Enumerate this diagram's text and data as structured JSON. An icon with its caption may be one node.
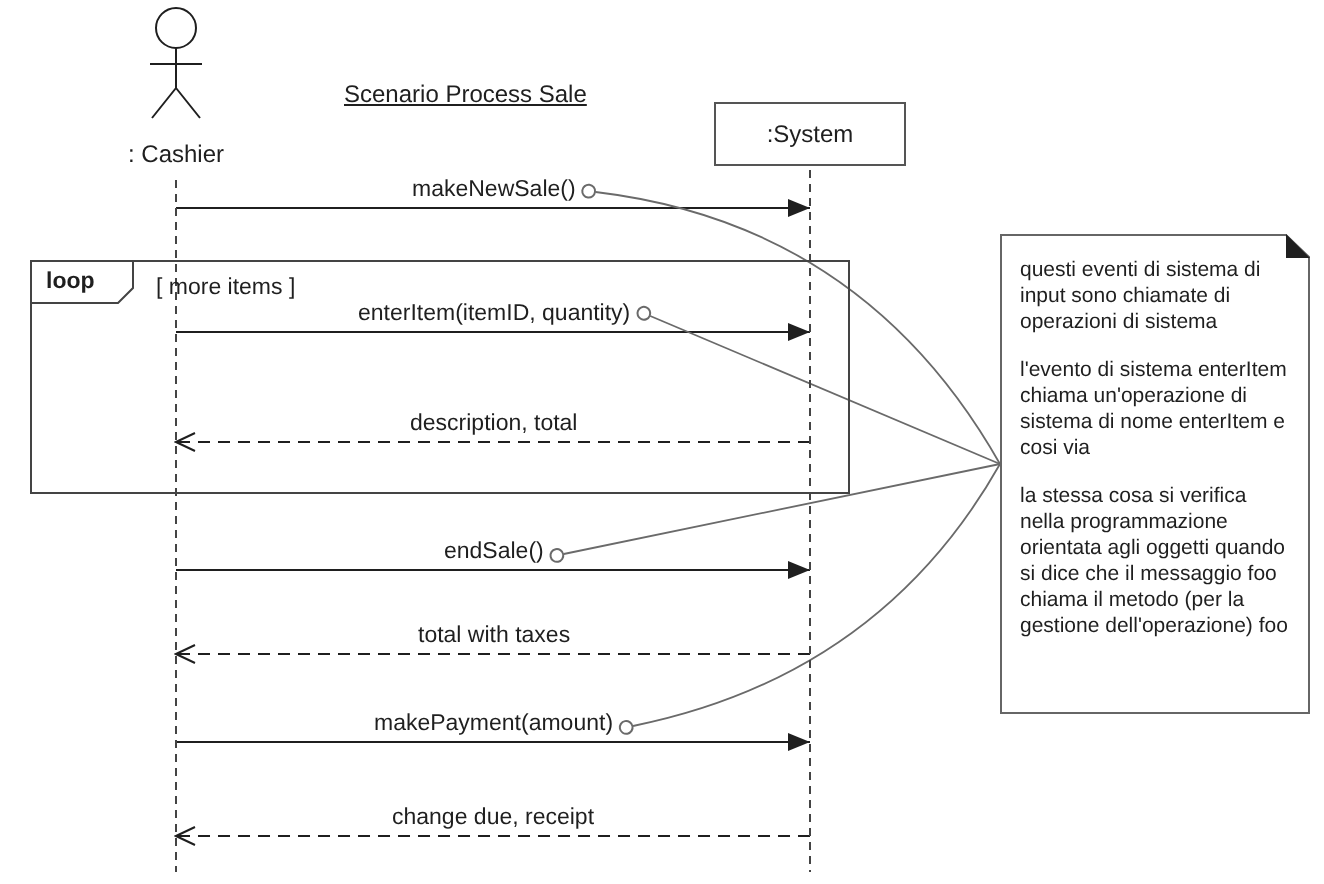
{
  "diagram": {
    "title": "Scenario Process Sale",
    "nodes": [
      {
        "text": [
          ": Cashier"
        ]
      },
      {
        "text": [
          ":System"
        ]
      },
      {
        "text": [
          "loop"
        ]
      },
      {
        "text": [
          "questi eventi di sistema di input sono chiamate di operazioni di sistema",
          "l'evento di sistema enterItem chiama un'operazione di sistema di nome enterItem e cosi via",
          "la stessa cosa si verifica nella programmazione orientata agli oggetti quando si dice che il messaggio foo chiama il metodo (per la gestione dell'operazione) foo"
        ]
      }
    ],
    "edges": [
      {
        "from": 0,
        "to": 1,
        "arrow": "to",
        "label": "makeNewSale()"
      },
      {
        "from": 0,
        "to": 1,
        "arrow": "to",
        "label": "enterItem(itemID, quantity)"
      },
      {
        "from": 1,
        "to": 0,
        "arrow": "to",
        "label": "description, total",
        "style": "dashed"
      },
      {
        "from": 0,
        "to": 1,
        "arrow": "to",
        "label": "endSale()"
      },
      {
        "from": 1,
        "to": 0,
        "arrow": "to",
        "label": "total with taxes",
        "style": "dashed"
      },
      {
        "from": 0,
        "to": 1,
        "arrow": "to",
        "label": "makePayment(amount)"
      },
      {
        "from": 1,
        "to": 0,
        "arrow": "to",
        "label": "change due, receipt",
        "style": "dashed"
      },
      {
        "from": 3,
        "to": null,
        "arrow": "other"
      },
      {
        "from": 3,
        "to": null,
        "arrow": "other"
      },
      {
        "from": 3,
        "to": null,
        "arrow": "other"
      },
      {
        "from": 3,
        "to": null,
        "arrow": "other"
      }
    ],
    "labels": [
      "[ more items ]"
    ]
  }
}
